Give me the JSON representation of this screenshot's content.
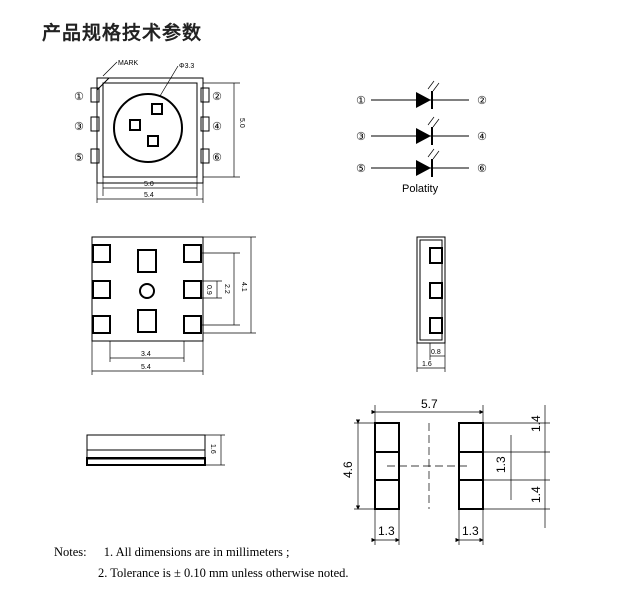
{
  "header": {
    "title": "产品规格技术参数"
  },
  "top_view": {
    "mark_label": "MARK",
    "diameter_label": "Φ3.3",
    "dim_inner_width": "5.0",
    "dim_outer_width": "5.4",
    "dim_height": "5.0",
    "pins_left": [
      "①",
      "③",
      "⑤"
    ],
    "pins_right": [
      "②",
      "④",
      "⑥"
    ]
  },
  "polarity": {
    "label": "Polatity",
    "rows": [
      {
        "left": "①",
        "right": "②"
      },
      {
        "left": "③",
        "right": "④"
      },
      {
        "left": "⑤",
        "right": "⑥"
      }
    ]
  },
  "bottom_view": {
    "dim_pad_pitch_inner": "3.4",
    "dim_width": "5.4",
    "dim_pad_height": "0.9",
    "dim_pitch": "2.2",
    "dim_height": "4.1"
  },
  "side_view": {
    "dim_lead": "0.8",
    "dim_thickness": "1.6"
  },
  "front_view": {
    "dim_thickness": "1.6"
  },
  "footprint": {
    "dim_width": "5.7",
    "dim_height": "4.6",
    "dim_pad_top": "1.4",
    "dim_pad_mid": "1.3",
    "dim_pad_bottom": "1.4",
    "dim_pad_width_left": "1.3",
    "dim_pad_width_right": "1.3"
  },
  "notes": {
    "heading": "Notes:",
    "line1": "1. All dimensions are in millimeters ;",
    "line2": "2. Tolerance is ± 0.10 mm unless otherwise noted."
  }
}
